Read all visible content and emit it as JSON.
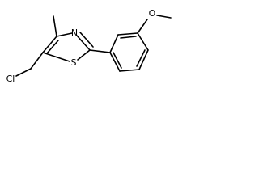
{
  "molecule": {
    "atoms": {
      "chlorine": {
        "label": "Cl",
        "color": "#000000"
      },
      "nitrogen": {
        "label": "N",
        "color": "#000000"
      },
      "sulfur": {
        "label": "S",
        "color": "#000000"
      },
      "oxygen": {
        "label": "O",
        "color": "#000000"
      }
    },
    "background": "#ffffff"
  }
}
